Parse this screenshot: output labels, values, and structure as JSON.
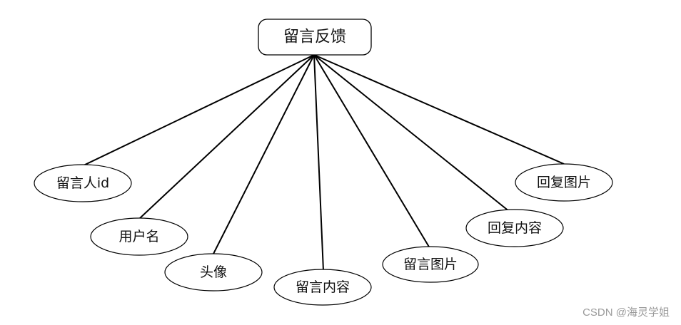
{
  "diagram": {
    "entity": {
      "label": "留言反馈"
    },
    "attributes": [
      {
        "label": "留言人id"
      },
      {
        "label": "用户名"
      },
      {
        "label": "头像"
      },
      {
        "label": "留言内容"
      },
      {
        "label": "留言图片"
      },
      {
        "label": "回复内容"
      },
      {
        "label": "回复图片"
      }
    ]
  },
  "watermark": {
    "text": "CSDN @海灵学姐"
  }
}
